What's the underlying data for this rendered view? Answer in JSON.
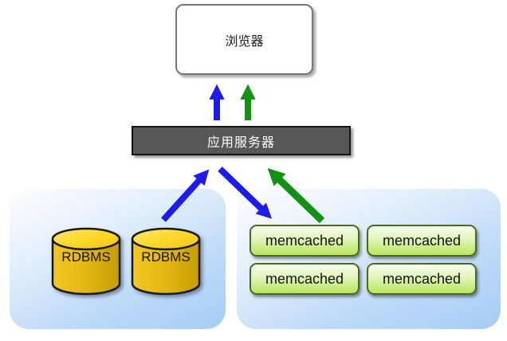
{
  "diagram": {
    "nodes": {
      "browser": {
        "label": "浏览器"
      },
      "app_server": {
        "label": "应用服务器"
      },
      "database_group": {
        "items": [
          {
            "label": "RDBMS"
          },
          {
            "label": "RDBMS"
          }
        ]
      },
      "cache_group": {
        "items": [
          {
            "label": "memcached"
          },
          {
            "label": "memcached"
          },
          {
            "label": "memcached"
          },
          {
            "label": "memcached"
          }
        ]
      }
    },
    "edges": [
      {
        "from": "app_server",
        "to": "browser",
        "color": "#1c1cec"
      },
      {
        "from": "app_server",
        "to": "browser",
        "color": "#129112"
      },
      {
        "from": "database_group",
        "to": "app_server",
        "color": "#1c1cec"
      },
      {
        "from": "app_server",
        "to": "cache_group",
        "color": "#1c1cec"
      },
      {
        "from": "cache_group",
        "to": "app_server",
        "color": "#129112"
      }
    ],
    "colors": {
      "arrow_blue": "#1c1cec",
      "arrow_green": "#129112",
      "app_server_bg": "#575757",
      "group_gradient_top": "#fdfeff",
      "group_gradient_bottom": "#a5cdf5",
      "cylinder_gold": "#e0b511",
      "memcached_fill": "#b8e65c",
      "memcached_border": "#49691d"
    }
  }
}
